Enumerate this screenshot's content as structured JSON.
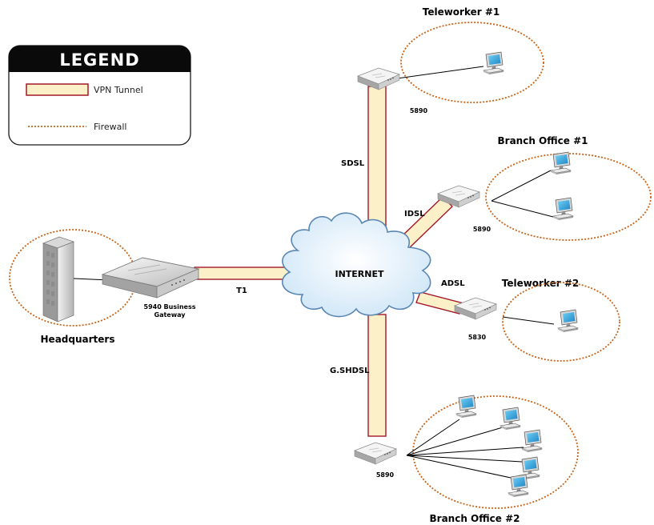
{
  "legend": {
    "title": "LEGEND",
    "items": [
      {
        "name": "vpn-tunnel",
        "label": "VPN Tunnel"
      },
      {
        "name": "firewall",
        "label": "Firewall"
      }
    ]
  },
  "cloud": {
    "label": "INTERNET"
  },
  "hq": {
    "site": "Headquarters",
    "device_line1": "5940 Business",
    "device_line2": "Gateway",
    "link": "T1"
  },
  "sites": [
    {
      "id": "teleworker-1",
      "name": "Teleworker #1",
      "model": "5890",
      "link": "SDSL"
    },
    {
      "id": "branch-office-1",
      "name": "Branch Office #1",
      "model": "5890",
      "link": "IDSL"
    },
    {
      "id": "teleworker-2",
      "name": "Teleworker #2",
      "model": "5830",
      "link": "ADSL"
    },
    {
      "id": "branch-office-2",
      "name": "Branch Office #2",
      "model": "5890",
      "link": "G.SHDSL"
    }
  ],
  "colors": {
    "tunnel_fill": "#fbf0c8",
    "tunnel_border": "#a3182b",
    "firewall": "#c8641a",
    "cloud_fill": "#e3f1fb",
    "cloud_stroke": "#5a87b3",
    "legend_header": "#0a0a0a"
  }
}
